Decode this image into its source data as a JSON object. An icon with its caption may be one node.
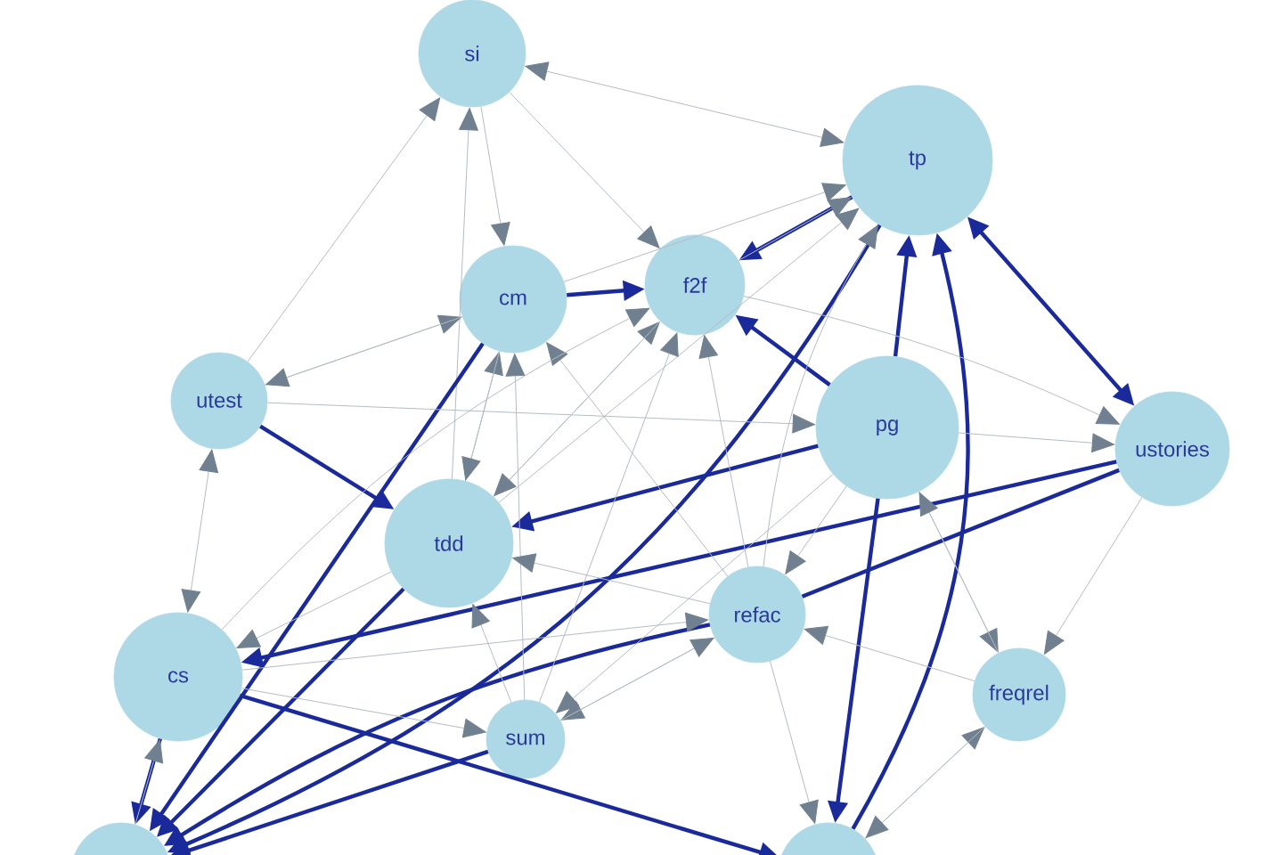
{
  "diagram": {
    "nodes": [
      {
        "text": [
          "si"
        ]
      },
      {
        "text": [
          "tp"
        ]
      },
      {
        "text": [
          "cm"
        ]
      },
      {
        "text": [
          "f2f"
        ]
      },
      {
        "text": [
          "utest"
        ]
      },
      {
        "text": [
          "pg"
        ]
      },
      {
        "text": [
          "ustories"
        ]
      },
      {
        "text": [
          "tdd"
        ]
      },
      {
        "text": [
          "refac"
        ]
      },
      {
        "text": [
          "cs"
        ]
      },
      {
        "text": [
          "freqrel"
        ]
      },
      {
        "text": [
          "sum"
        ]
      },
      {
        "text": [],
        "shape": "circle"
      },
      {
        "text": [],
        "shape": "circle"
      }
    ],
    "edges": [
      {
        "from": 0,
        "to": 1,
        "arrow": "both"
      },
      {
        "from": 0,
        "to": 2,
        "arrow": "to"
      },
      {
        "from": 7,
        "to": 0,
        "arrow": "to"
      },
      {
        "from": 4,
        "to": 0,
        "arrow": "to"
      },
      {
        "from": 0,
        "to": 3,
        "arrow": "to"
      },
      {
        "from": 2,
        "to": 3,
        "arrow": "to",
        "style": "thick",
        "color": "#1a2a9a"
      },
      {
        "from": 1,
        "to": 3,
        "arrow": "to",
        "style": "thick",
        "color": "#1a2a9a"
      },
      {
        "from": 5,
        "to": 3,
        "arrow": "to",
        "style": "thick",
        "color": "#1a2a9a"
      },
      {
        "from": 1,
        "to": 6,
        "arrow": "both",
        "style": "thick",
        "color": "#1a2a9a"
      },
      {
        "from": 5,
        "to": 1,
        "arrow": "to",
        "style": "thick",
        "color": "#1a2a9a"
      },
      {
        "from": 13,
        "to": 1,
        "arrow": "to",
        "style": "thick",
        "color": "#1a2a9a"
      },
      {
        "from": 4,
        "to": 7,
        "arrow": "to",
        "style": "thick",
        "color": "#1a2a9a"
      },
      {
        "from": 5,
        "to": 7,
        "arrow": "to",
        "style": "thick",
        "color": "#1a2a9a"
      },
      {
        "from": 1,
        "to": 12,
        "arrow": "to",
        "style": "thick",
        "color": "#1a2a9a"
      },
      {
        "from": 2,
        "to": 12,
        "arrow": "to",
        "style": "thick",
        "color": "#1a2a9a"
      },
      {
        "from": 9,
        "to": 12,
        "arrow": "to",
        "style": "thick",
        "color": "#1a2a9a"
      },
      {
        "from": 7,
        "to": 12,
        "arrow": "to",
        "style": "thick",
        "color": "#1a2a9a"
      },
      {
        "from": 11,
        "to": 12,
        "arrow": "to",
        "style": "thick",
        "color": "#1a2a9a"
      },
      {
        "from": 8,
        "to": 12,
        "arrow": "to",
        "style": "thick",
        "color": "#1a2a9a"
      },
      {
        "from": 6,
        "to": 9,
        "arrow": "to",
        "style": "thick",
        "color": "#1a2a9a"
      },
      {
        "from": 9,
        "to": 13,
        "arrow": "to",
        "style": "thick",
        "color": "#1a2a9a"
      },
      {
        "from": 5,
        "to": 13,
        "arrow": "to",
        "style": "thick",
        "color": "#1a2a9a"
      },
      {
        "from": 6,
        "to": 8,
        "arrow": "none",
        "style": "thick",
        "color": "#1a2a9a"
      },
      {
        "from": 3,
        "to": 1,
        "arrow": "to"
      },
      {
        "from": 2,
        "to": 1,
        "arrow": "to"
      },
      {
        "from": 7,
        "to": 1,
        "arrow": "to"
      },
      {
        "from": 8,
        "to": 1,
        "arrow": "to"
      },
      {
        "from": 4,
        "to": 2,
        "arrow": "to"
      },
      {
        "from": 2,
        "to": 4,
        "arrow": "to"
      },
      {
        "from": 7,
        "to": 2,
        "arrow": "to"
      },
      {
        "from": 8,
        "to": 2,
        "arrow": "to"
      },
      {
        "from": 11,
        "to": 2,
        "arrow": "to"
      },
      {
        "from": 7,
        "to": 3,
        "arrow": "to"
      },
      {
        "from": 8,
        "to": 3,
        "arrow": "to"
      },
      {
        "from": 11,
        "to": 3,
        "arrow": "to"
      },
      {
        "from": 9,
        "to": 3,
        "arrow": "to"
      },
      {
        "from": 9,
        "to": 4,
        "arrow": "both"
      },
      {
        "from": 2,
        "to": 7,
        "arrow": "to"
      },
      {
        "from": 3,
        "to": 7,
        "arrow": "to"
      },
      {
        "from": 8,
        "to": 7,
        "arrow": "to"
      },
      {
        "from": 11,
        "to": 7,
        "arrow": "to"
      },
      {
        "from": 7,
        "to": 9,
        "arrow": "to"
      },
      {
        "from": 8,
        "to": 11,
        "arrow": "to"
      },
      {
        "from": 9,
        "to": 11,
        "arrow": "to"
      },
      {
        "from": 5,
        "to": 11,
        "arrow": "to"
      },
      {
        "from": 5,
        "to": 8,
        "arrow": "to"
      },
      {
        "from": 10,
        "to": 8,
        "arrow": "to"
      },
      {
        "from": 11,
        "to": 8,
        "arrow": "to"
      },
      {
        "from": 9,
        "to": 8,
        "arrow": "to"
      },
      {
        "from": 6,
        "to": 10,
        "arrow": "to"
      },
      {
        "from": 5,
        "to": 10,
        "arrow": "to"
      },
      {
        "from": 13,
        "to": 10,
        "arrow": "to"
      },
      {
        "from": 10,
        "to": 5,
        "arrow": "to"
      },
      {
        "from": 3,
        "to": 6,
        "arrow": "to"
      },
      {
        "from": 4,
        "to": 5,
        "arrow": "to"
      },
      {
        "from": 5,
        "to": 6,
        "arrow": "to"
      },
      {
        "from": 10,
        "to": 13,
        "arrow": "to"
      },
      {
        "from": 8,
        "to": 13,
        "arrow": "to"
      },
      {
        "from": 12,
        "to": 9,
        "arrow": "to"
      }
    ]
  }
}
